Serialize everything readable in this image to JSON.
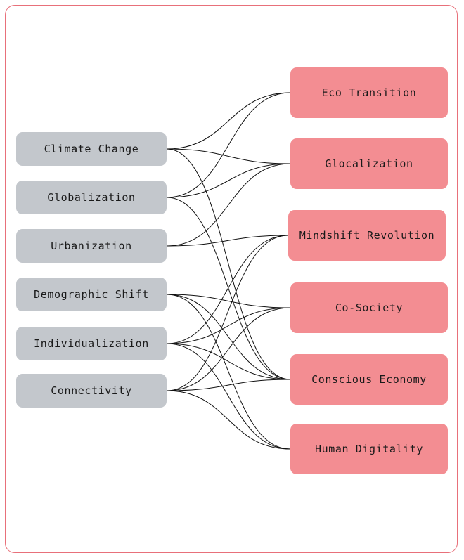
{
  "left_nodes": [
    {
      "id": "climate",
      "label": "Climate Change"
    },
    {
      "id": "global",
      "label": "Globalization"
    },
    {
      "id": "urban",
      "label": "Urbanization"
    },
    {
      "id": "demo",
      "label": "Demographic Shift"
    },
    {
      "id": "indiv",
      "label": "Individualization"
    },
    {
      "id": "connect",
      "label": "Connectivity"
    }
  ],
  "right_nodes": [
    {
      "id": "eco",
      "label": "Eco Transition"
    },
    {
      "id": "glocal",
      "label": "Glocalization"
    },
    {
      "id": "mind",
      "label": "Mindshift Revolution"
    },
    {
      "id": "cosoc",
      "label": "Co-Society"
    },
    {
      "id": "conscious",
      "label": "Conscious Economy"
    },
    {
      "id": "human",
      "label": "Human Digitality"
    }
  ],
  "links": [
    [
      "climate",
      "eco"
    ],
    [
      "climate",
      "glocal"
    ],
    [
      "climate",
      "conscious"
    ],
    [
      "global",
      "eco"
    ],
    [
      "global",
      "glocal"
    ],
    [
      "global",
      "conscious"
    ],
    [
      "urban",
      "glocal"
    ],
    [
      "urban",
      "mind"
    ],
    [
      "demo",
      "cosoc"
    ],
    [
      "demo",
      "conscious"
    ],
    [
      "demo",
      "human"
    ],
    [
      "indiv",
      "mind"
    ],
    [
      "indiv",
      "cosoc"
    ],
    [
      "indiv",
      "conscious"
    ],
    [
      "indiv",
      "human"
    ],
    [
      "connect",
      "mind"
    ],
    [
      "connect",
      "cosoc"
    ],
    [
      "connect",
      "conscious"
    ],
    [
      "connect",
      "human"
    ]
  ],
  "colors": {
    "frame": "#e8707a",
    "left_box": "#c3c7cc",
    "right_box": "#f38d92",
    "edge": "#111111"
  }
}
